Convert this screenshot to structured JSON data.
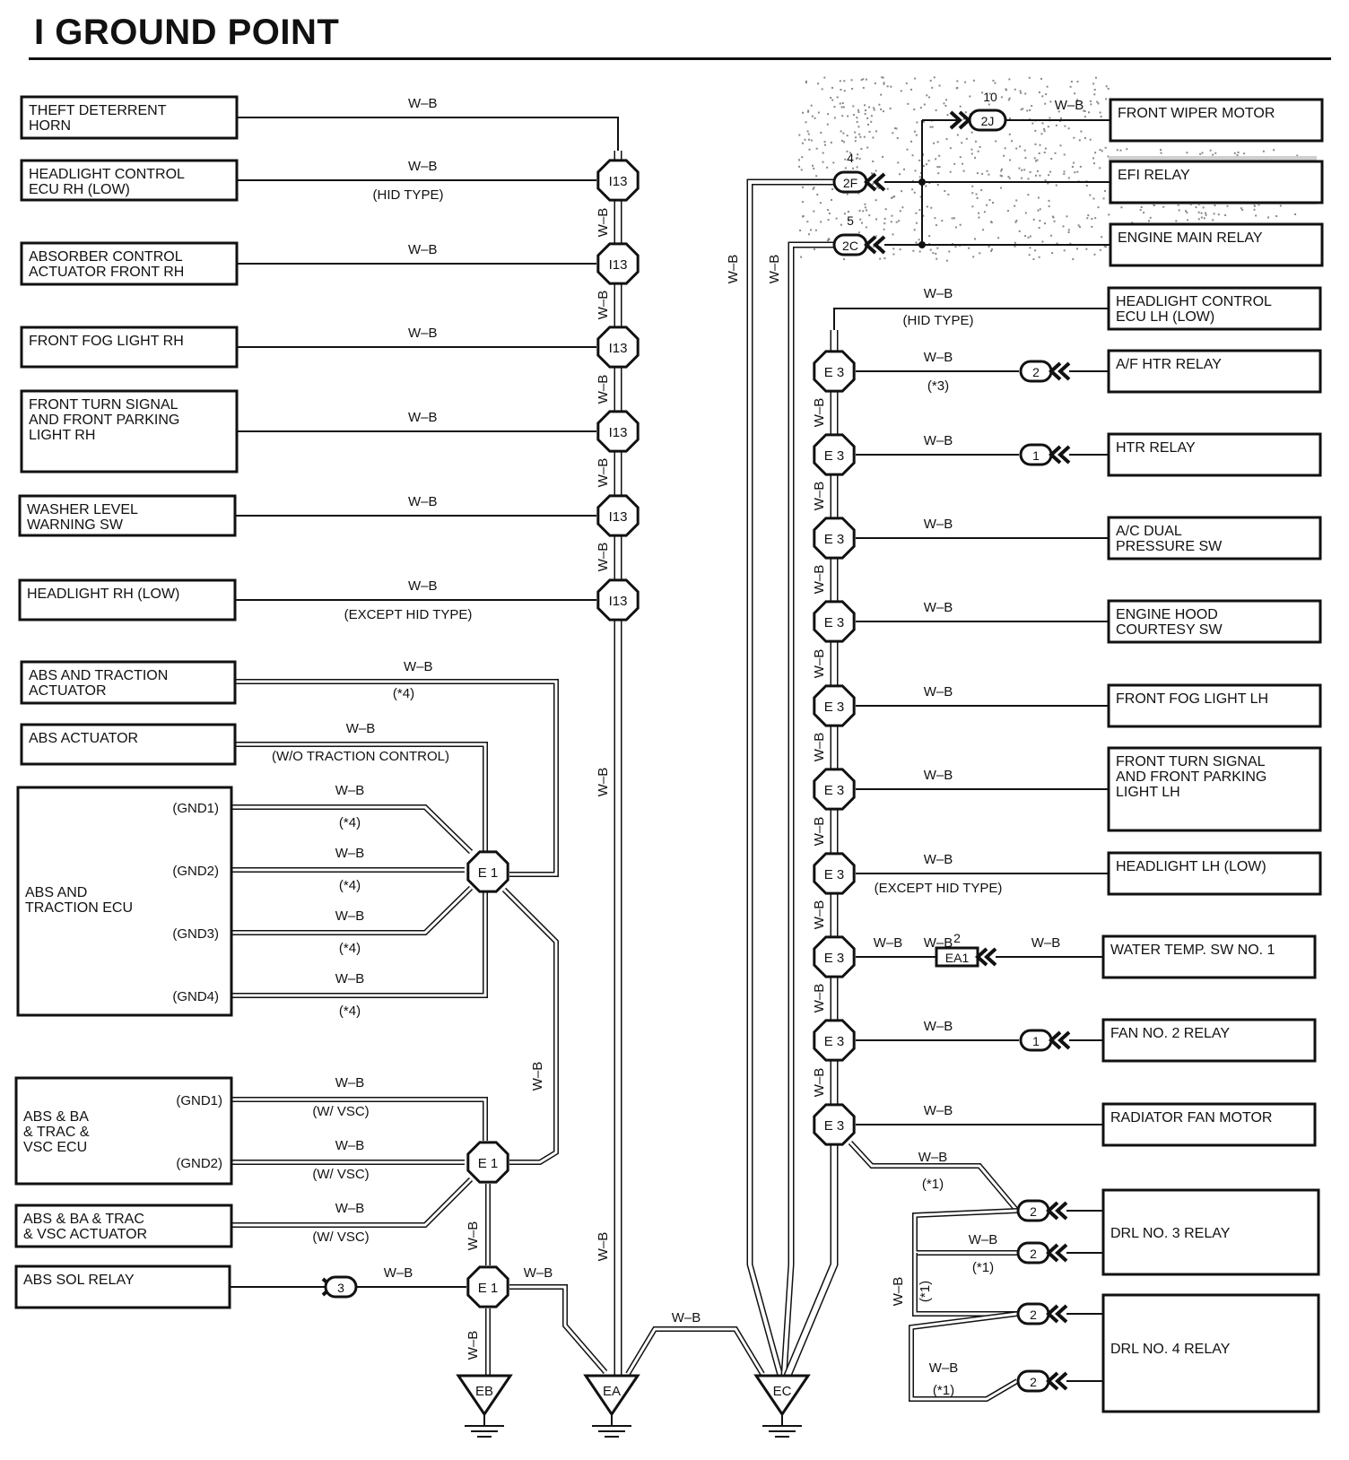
{
  "title": "I  GROUND POINT",
  "wire_color": "W–B",
  "left_rows": [
    {
      "id": "theft",
      "lines": [
        "THEFT DETERRENT",
        "HORN"
      ],
      "connector": "",
      "note": ""
    },
    {
      "id": "hlrh",
      "lines": [
        "HEADLIGHT CONTROL",
        "ECU RH (LOW)"
      ],
      "connector": "I13",
      "note": "(HID TYPE)"
    },
    {
      "id": "absrh",
      "lines": [
        "ABSORBER CONTROL",
        "ACTUATOR FRONT RH"
      ],
      "connector": "I13",
      "note": ""
    },
    {
      "id": "fogrh",
      "lines": [
        "FRONT FOG LIGHT RH"
      ],
      "connector": "I13",
      "note": ""
    },
    {
      "id": "turnrh",
      "lines": [
        "FRONT TURN SIGNAL",
        "AND FRONT PARKING",
        "LIGHT RH"
      ],
      "connector": "I13",
      "note": ""
    },
    {
      "id": "washer",
      "lines": [
        "WASHER LEVEL",
        "WARNING SW"
      ],
      "connector": "I13",
      "note": ""
    },
    {
      "id": "headrh",
      "lines": [
        "HEADLIGHT RH (LOW)"
      ],
      "connector": "I13",
      "note": "(EXCEPT HID TYPE)"
    }
  ],
  "abs_group": {
    "abs_traction_actuator": {
      "lines": [
        "ABS AND TRACTION",
        "ACTUATOR"
      ],
      "note": "(*4)"
    },
    "abs_actuator": {
      "lines": [
        "ABS ACTUATOR"
      ],
      "note": "(W/O TRACTION CONTROL)"
    },
    "abs_traction_ecu": {
      "lines": [
        "ABS AND",
        "TRACTION ECU"
      ],
      "pins": [
        "(GND1)",
        "(GND2)",
        "(GND3)",
        "(GND4)"
      ],
      "notes": [
        "(*4)",
        "(*4)",
        "(*4)",
        "(*4)"
      ]
    },
    "vsc_ecu": {
      "lines": [
        "ABS & BA",
        "& TRAC &",
        "VSC ECU"
      ],
      "pins": [
        "(GND1)",
        "(GND2)"
      ],
      "notes": [
        "(W/ VSC)",
        "(W/ VSC)"
      ]
    },
    "vsc_actuator": {
      "lines": [
        "ABS & BA & TRAC",
        "& VSC ACTUATOR"
      ],
      "note": "(W/ VSC)"
    },
    "sol_relay": {
      "lines": [
        "ABS SOL RELAY"
      ],
      "pin": "3"
    },
    "splice": "E 1"
  },
  "ground_points": [
    "EB",
    "EA",
    "EC"
  ],
  "right_top": [
    {
      "lines": [
        "FRONT WIPER MOTOR"
      ],
      "conn": "2J",
      "pin": "10"
    },
    {
      "lines": [
        "EFI RELAY"
      ],
      "conn": "2F",
      "pin": "4"
    },
    {
      "lines": [
        "ENGINE MAIN RELAY"
      ],
      "conn": "2C",
      "pin": "5"
    }
  ],
  "right_rows": [
    {
      "lines": [
        "HEADLIGHT CONTROL",
        "ECU LH (LOW)"
      ],
      "note": "(HID TYPE)",
      "pin": "",
      "splice": ""
    },
    {
      "lines": [
        "A/F HTR RELAY"
      ],
      "note": "(*3)",
      "pin": "2",
      "splice": "E 3"
    },
    {
      "lines": [
        "HTR RELAY"
      ],
      "note": "",
      "pin": "1",
      "splice": "E 3"
    },
    {
      "lines": [
        "A/C DUAL",
        "PRESSURE SW"
      ],
      "note": "",
      "pin": "",
      "splice": "E 3"
    },
    {
      "lines": [
        "ENGINE HOOD",
        "COURTESY SW"
      ],
      "note": "",
      "pin": "",
      "splice": "E 3"
    },
    {
      "lines": [
        "FRONT FOG LIGHT LH"
      ],
      "note": "",
      "pin": "",
      "splice": "E 3"
    },
    {
      "lines": [
        "FRONT TURN SIGNAL",
        "AND FRONT PARKING",
        "LIGHT LH"
      ],
      "note": "",
      "pin": "",
      "splice": "E 3"
    },
    {
      "lines": [
        "HEADLIGHT LH (LOW)"
      ],
      "note": "(EXCEPT HID TYPE)",
      "pin": "",
      "splice": "E 3"
    },
    {
      "lines": [
        "WATER TEMP.  SW NO. 1"
      ],
      "note": "",
      "pin": "",
      "splice": "E 3",
      "junction": "EA1",
      "junction_pin": "2"
    },
    {
      "lines": [
        "FAN NO. 2 RELAY"
      ],
      "note": "",
      "pin": "1",
      "splice": "E 3"
    },
    {
      "lines": [
        "RADIATOR FAN MOTOR"
      ],
      "note": "",
      "pin": "",
      "splice": "E 3"
    }
  ],
  "drl": [
    {
      "lines": [
        "DRL NO. 3 RELAY"
      ]
    },
    {
      "lines": [
        "DRL NO. 4 RELAY"
      ]
    }
  ],
  "drl_pin": "2",
  "drl_note": "(*1)"
}
